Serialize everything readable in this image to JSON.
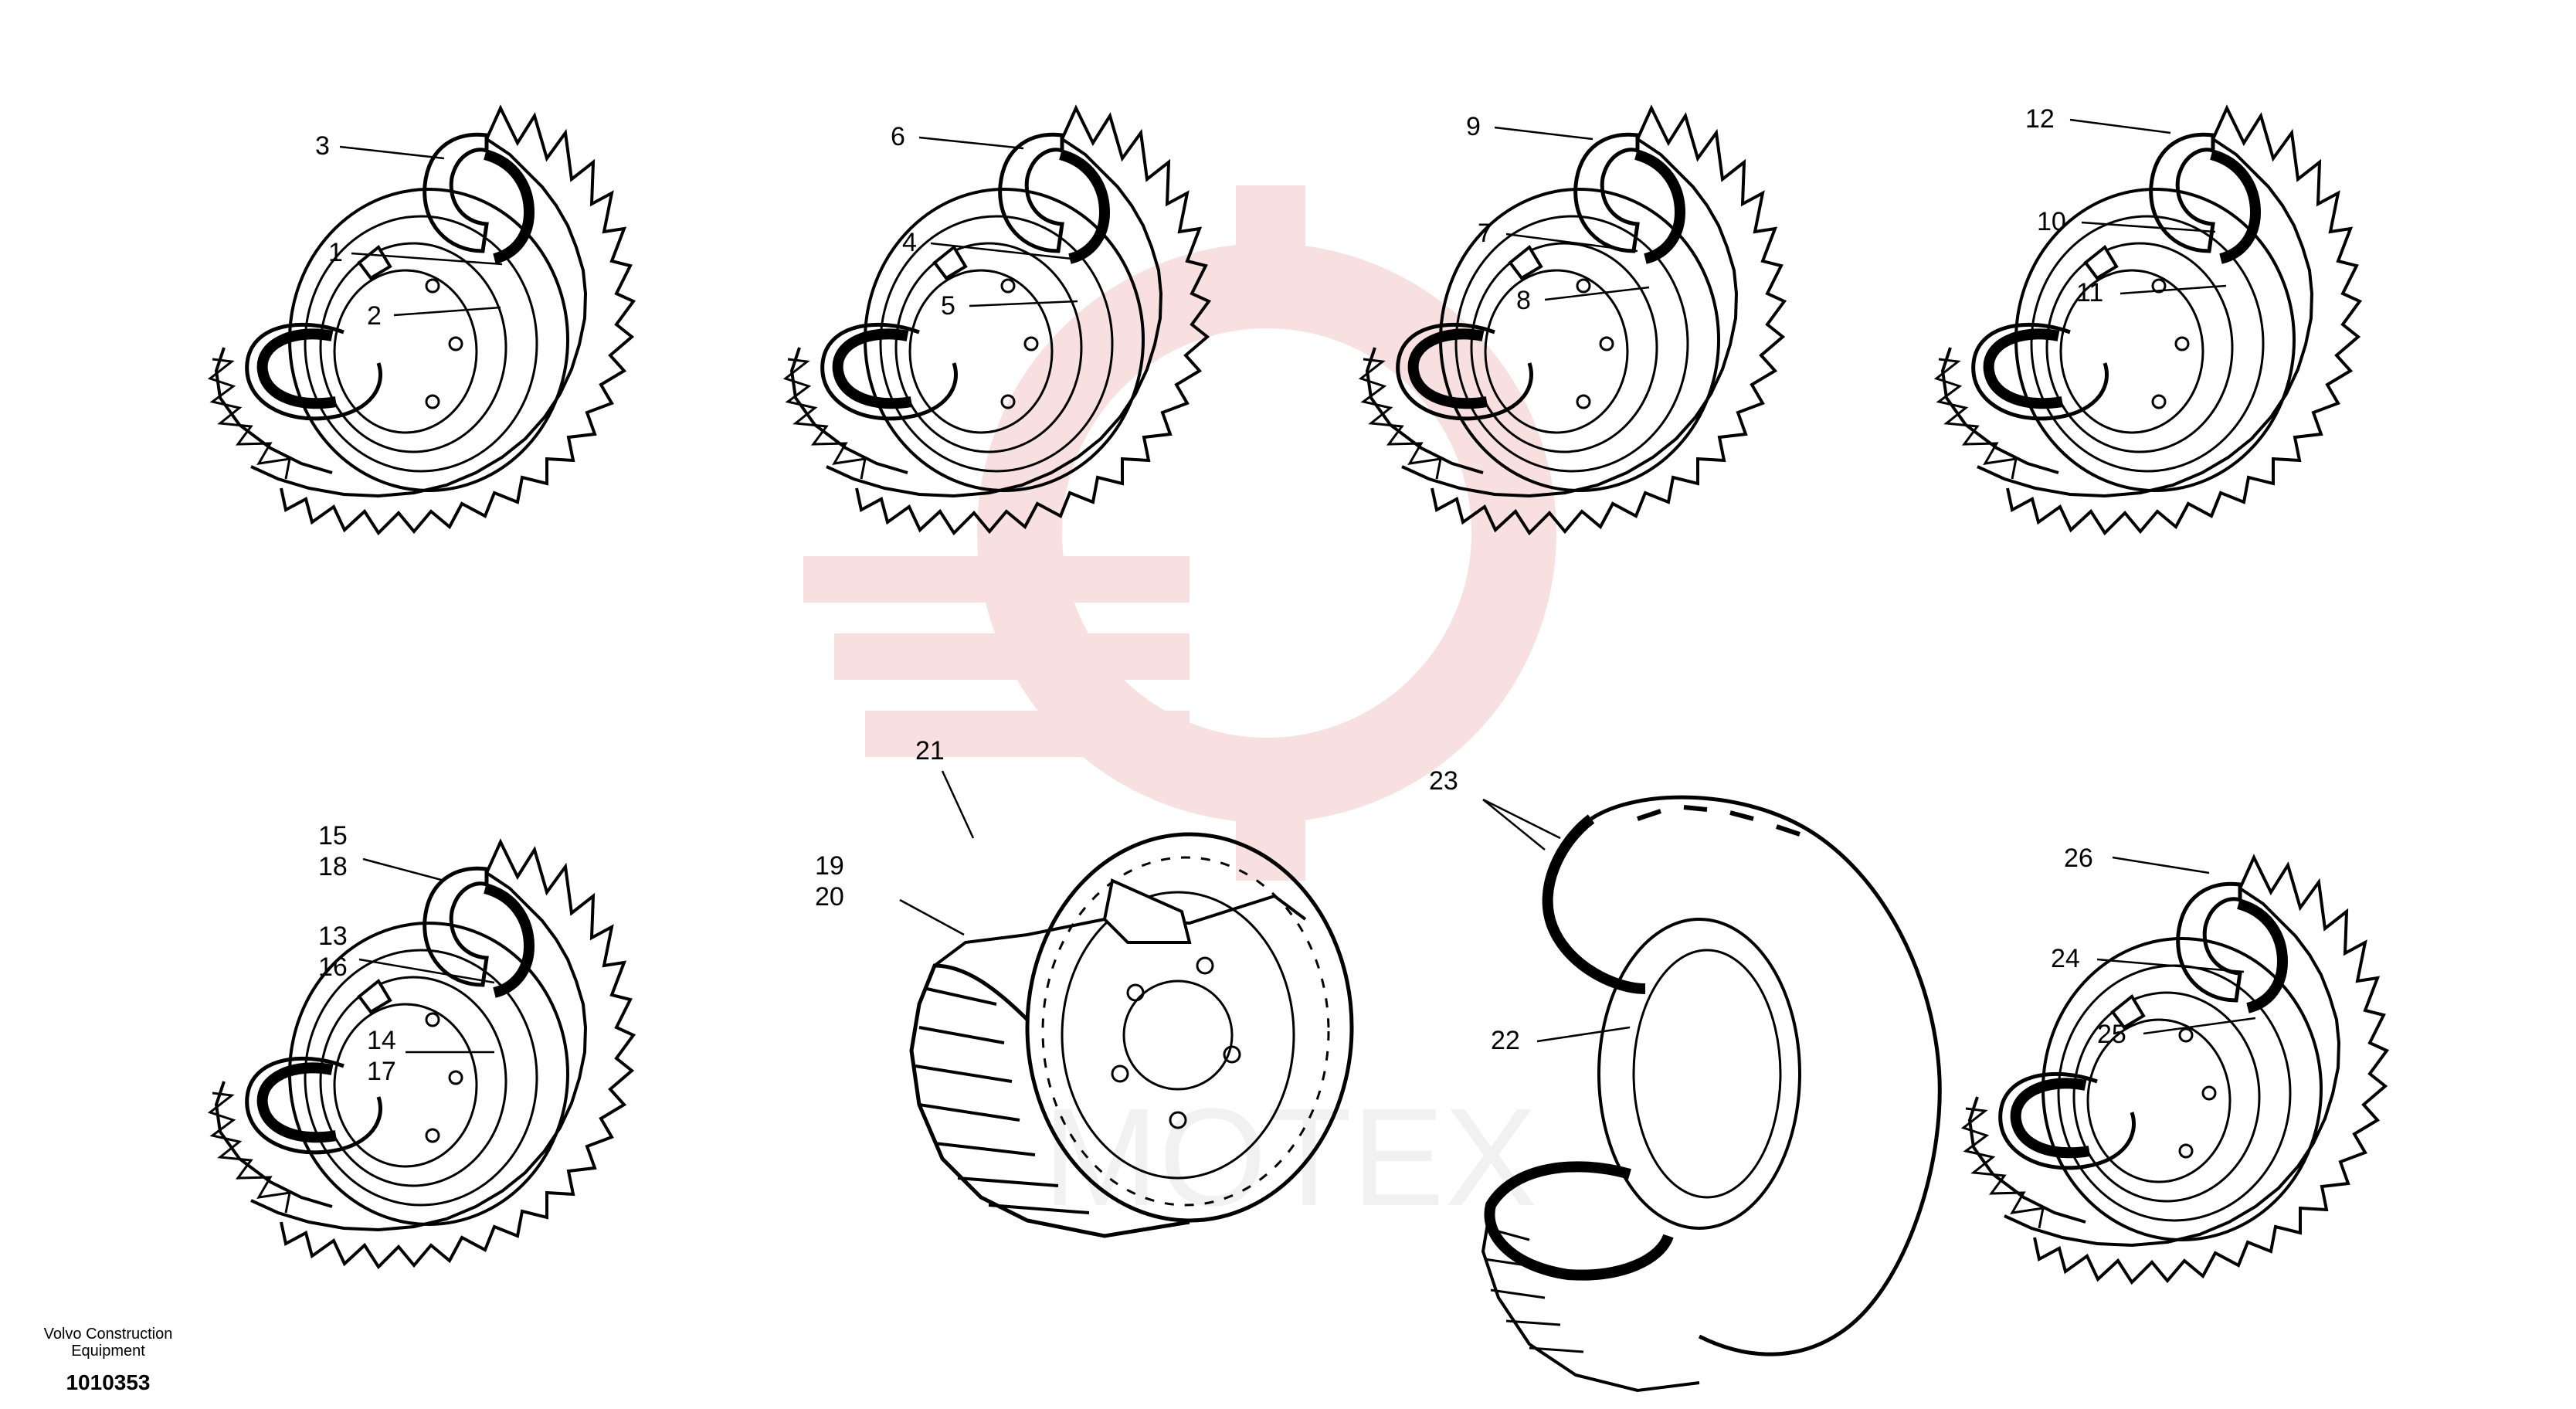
{
  "diagram": {
    "callouts": [
      "3",
      "1",
      "2",
      "6",
      "4",
      "5",
      "9",
      "7",
      "8",
      "12",
      "10",
      "11",
      "15",
      "18",
      "13",
      "16",
      "14",
      "17",
      "19",
      "20",
      "21",
      "23",
      "22",
      "26",
      "24",
      "25"
    ],
    "maker": "Volvo Construction\nEquipment",
    "part_number": "1010353",
    "watermark_text": "MOTEX"
  },
  "colors": {
    "line": "#000000",
    "watermark": "#f4c7c7"
  },
  "icons": [
    "tire-wheel-icon",
    "solid-tire-wheel-icon",
    "foam-filled-tire-icon",
    "watermark-gear-logo-icon"
  ]
}
